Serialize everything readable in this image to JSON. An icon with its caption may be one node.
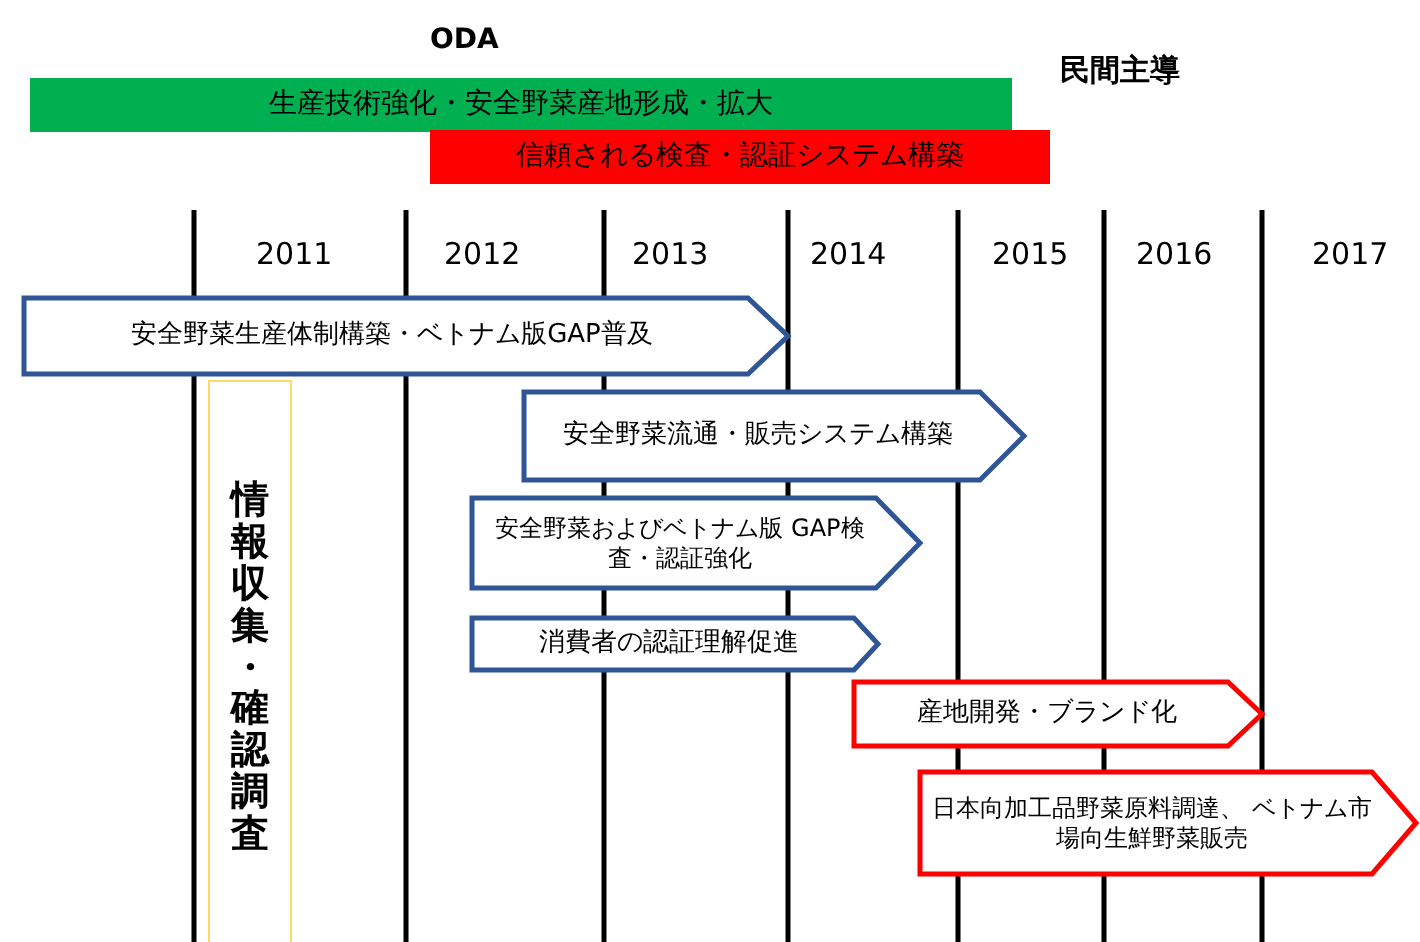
{
  "diagram": {
    "nodes": [
      {
        "text": [
          "生産技術強化・安全野菜産地形成・拡大"
        ]
      },
      {
        "text": [
          "信頼される検査・認証システム構築"
        ]
      },
      {
        "text": [
          "安全野菜生産体制構築・ベトナム版GAP普及"
        ]
      },
      {
        "text": [
          "安全野菜流通・販売システム構築"
        ]
      },
      {
        "text": [
          "安全野菜およびベトナム版 GAP検査・認証強化"
        ]
      },
      {
        "text": [
          "消費者の認証理解促進"
        ]
      },
      {
        "text": [
          "産地開発・ブランド化"
        ]
      },
      {
        "text": [
          "日本向加工品野菜原料調達、 ベトナム市場向生鮮野菜販売"
        ]
      },
      {
        "text": [
          "情報収集・確認調査"
        ]
      }
    ],
    "edges": [],
    "labels": [
      "ODA",
      "民間主導",
      "2011",
      "2012",
      "2013",
      "2014",
      "2015",
      "2016",
      "2017"
    ]
  }
}
